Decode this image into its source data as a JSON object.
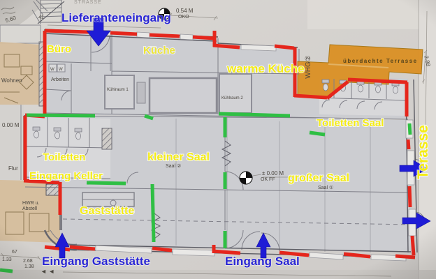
{
  "document_kind": "scanned floor plan photo with colored annotations",
  "colors": {
    "wall_highlight_red": "#e5261c",
    "wall_highlight_green": "#2fbf44",
    "terrace_orange": "#db9126",
    "room_label_yellow": "#f4ec15",
    "entrance_label_blue": "#2a26d4",
    "paper": "#d7d4d0",
    "building_fill": "#cccdd1",
    "adjacent_building_tan": "#d6bd9b"
  },
  "labels": [
    {
      "name": "lieferanteneingang",
      "text": "Lieferanteneingang",
      "kind": "entrance"
    },
    {
      "name": "eingang_gaststaette",
      "text": "Eingang Gaststätte",
      "kind": "entrance"
    },
    {
      "name": "eingang_saal",
      "text": "Eingang Saal",
      "kind": "entrance"
    },
    {
      "name": "buero",
      "text": "Büro",
      "kind": "room"
    },
    {
      "name": "kueche",
      "text": "Küche",
      "kind": "room"
    },
    {
      "name": "warme_kueche",
      "text": "warme Küche",
      "kind": "room"
    },
    {
      "name": "toiletten_saal",
      "text": "Toiletten Saal",
      "kind": "room"
    },
    {
      "name": "toiletten",
      "text": "Toiletten",
      "kind": "room"
    },
    {
      "name": "eingang_keller",
      "text": "Eingang Keller",
      "kind": "room"
    },
    {
      "name": "kleiner_saal",
      "text": "kleiner Saal",
      "kind": "room"
    },
    {
      "name": "gaststaette",
      "text": "Gaststätte",
      "kind": "room"
    },
    {
      "name": "grosser_saal",
      "text": "großer Saal",
      "kind": "room"
    },
    {
      "name": "terasse",
      "text": "Terasse",
      "kind": "room"
    },
    {
      "name": "ueberdachte_terrasse",
      "text": "überdachte Terrasse",
      "kind": "plan-note"
    },
    {
      "name": "whg2",
      "text": "WHG②",
      "kind": "plan-note"
    },
    {
      "name": "saal1",
      "text": "Saal ①",
      "kind": "plan-note"
    },
    {
      "name": "saal2",
      "text": "Saal ②",
      "kind": "plan-note"
    },
    {
      "name": "wohnen",
      "text": "Wohnen",
      "kind": "plan-note"
    },
    {
      "name": "arbeiten",
      "text": "Arbeiten",
      "kind": "plan-note"
    },
    {
      "name": "flur",
      "text": "Flur",
      "kind": "plan-note"
    },
    {
      "name": "hwr_u",
      "text": "HWR u.",
      "kind": "plan-note"
    },
    {
      "name": "abstell",
      "text": "Abstell",
      "kind": "plan-note"
    },
    {
      "name": "null_m_left",
      "text": "0.00 M",
      "kind": "dimension"
    },
    {
      "name": "pm_null_m",
      "text": "± 0.00 M",
      "kind": "dimension"
    },
    {
      "name": "ok_ff",
      "text": "OK FF",
      "kind": "dimension"
    },
    {
      "name": "m054",
      "text": "0.54 M",
      "kind": "dimension"
    },
    {
      "name": "oko",
      "text": "OKO",
      "kind": "dimension"
    },
    {
      "name": "dim288",
      "text": "2.88",
      "kind": "dimension"
    },
    {
      "name": "kuehlraum1",
      "text": "Kühlraum 1",
      "kind": "plan-note"
    },
    {
      "name": "kuehlraum2",
      "text": "Kühlraum 2",
      "kind": "plan-note"
    },
    {
      "name": "n67",
      "text": "67",
      "kind": "dimension"
    },
    {
      "name": "n133",
      "text": "1.33",
      "kind": "dimension"
    },
    {
      "name": "n268",
      "text": "2.68",
      "kind": "dimension"
    },
    {
      "name": "n138",
      "text": "1.38",
      "kind": "dimension"
    },
    {
      "name": "n560",
      "text": "5.60",
      "kind": "dimension"
    },
    {
      "name": "n41",
      "text": "41",
      "kind": "dimension"
    },
    {
      "name": "street",
      "text": "STRASSE",
      "kind": "plan-note"
    },
    {
      "name": "w1",
      "text": "W",
      "kind": "plan-note"
    },
    {
      "name": "w2",
      "text": "W",
      "kind": "plan-note"
    },
    {
      "name": "bl_arrows",
      "text": "◄ ◄",
      "kind": "plan-note"
    }
  ],
  "arrows": [
    {
      "name": "delivery-entrance-arrow",
      "direction": "down",
      "color": "#1f1cd6"
    },
    {
      "name": "gaststaette-entrance-arrow",
      "direction": "up",
      "color": "#1f1cd6"
    },
    {
      "name": "saal-entrance-arrow",
      "direction": "up",
      "color": "#1f1cd6"
    },
    {
      "name": "terrace-exit-arrow-upper",
      "direction": "right",
      "color": "#1f1cd6"
    },
    {
      "name": "terrace-exit-arrow-lower",
      "direction": "right",
      "color": "#1f1cd6"
    }
  ]
}
